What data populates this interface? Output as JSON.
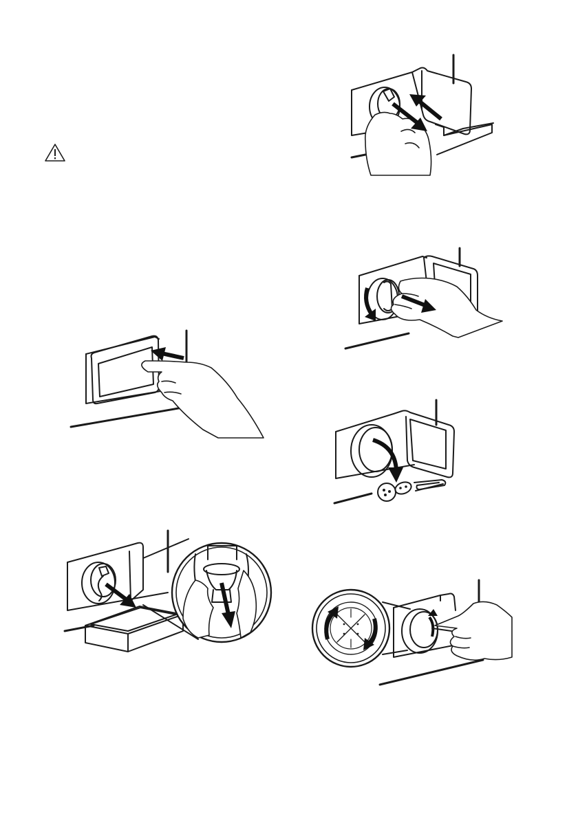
{
  "page": {
    "background": "#ffffff",
    "line_color": "#1a1a1a"
  },
  "warning": {
    "icon": "warning-triangle-icon"
  },
  "illustrations": [
    {
      "id": "open-filter-door",
      "icon": "hand-pressing-door-illustration"
    },
    {
      "id": "drain-water-into-container",
      "icon": "drain-hose-illustration"
    },
    {
      "id": "reinsert-emergency-hose",
      "icon": "hand-pushing-hose-illustration"
    },
    {
      "id": "unscrew-filter",
      "icon": "hand-turning-filter-illustration"
    },
    {
      "id": "remove-foreign-objects",
      "icon": "foreign-objects-illustration"
    },
    {
      "id": "check-pump-impeller",
      "icon": "pump-impeller-illustration"
    }
  ]
}
